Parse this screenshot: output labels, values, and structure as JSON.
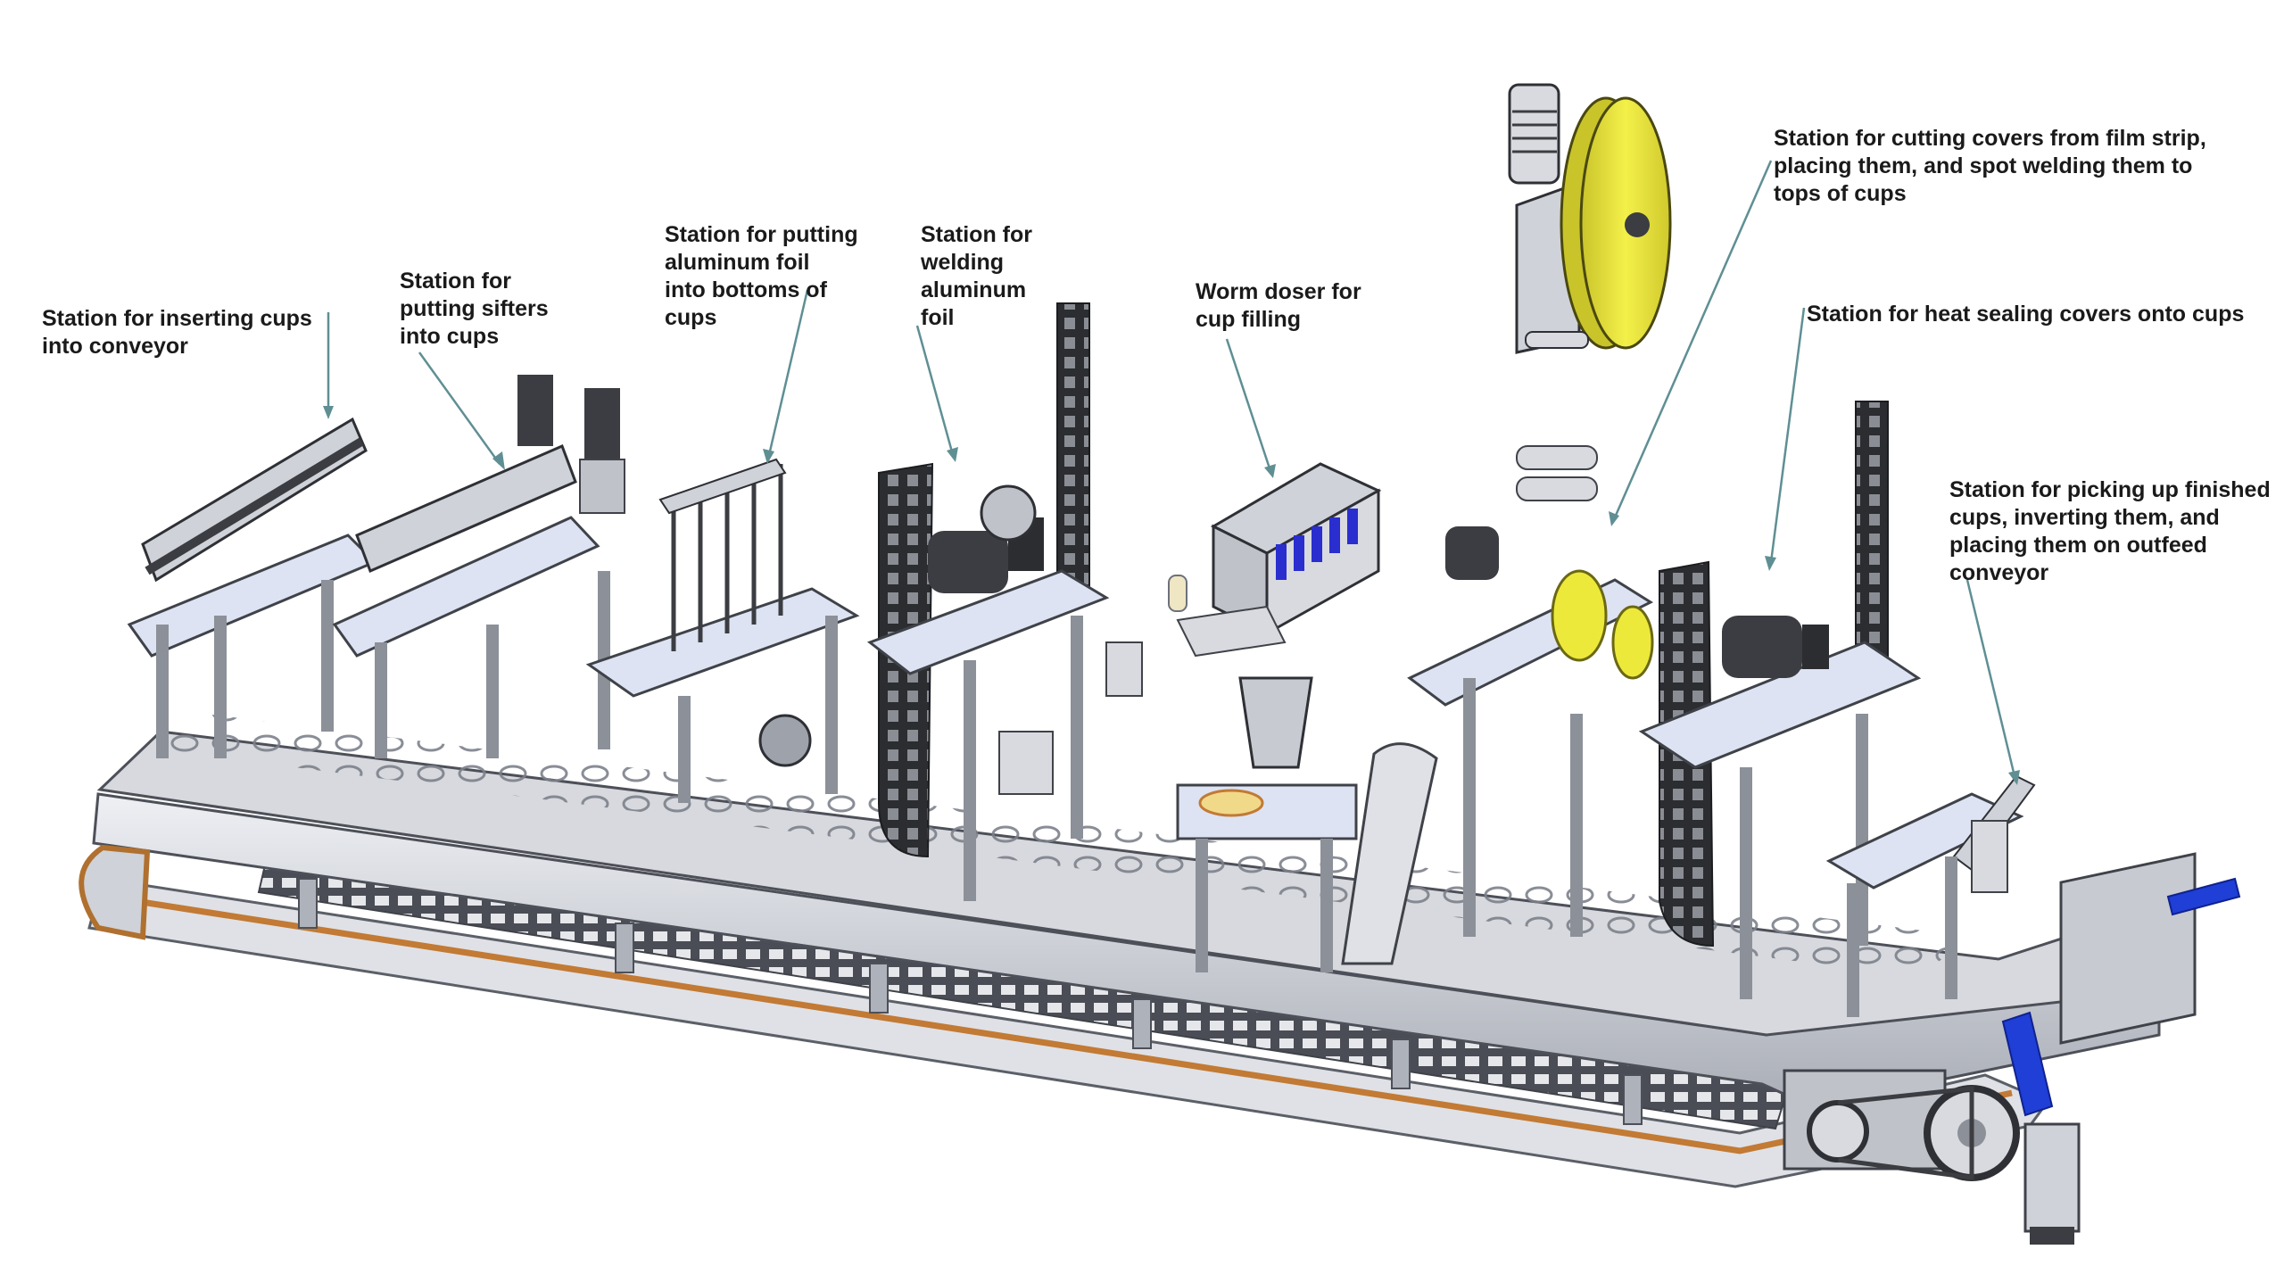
{
  "callouts": [
    {
      "id": "insert-cups",
      "text": "Station for inserting cups\ninto conveyor"
    },
    {
      "id": "sifters",
      "text": "Station for\nputting sifters\ninto cups"
    },
    {
      "id": "foil-bottoms",
      "text": "Station for putting\naluminum foil\ninto bottoms of\ncups"
    },
    {
      "id": "welding-foil",
      "text": "Station for\nwelding\naluminum\nfoil"
    },
    {
      "id": "worm-doser",
      "text": "Worm doser for\ncup filling"
    },
    {
      "id": "cutting-covers",
      "text": "Station for cutting covers from film strip,\nplacing them, and spot welding them to\ntops of cups"
    },
    {
      "id": "heat-sealing",
      "text": "Station for heat sealing covers onto cups"
    },
    {
      "id": "picking-up",
      "text": "Station for picking up finished\ncups, inverting them, and\nplacing them on outfeed\nconveyor"
    }
  ],
  "colors": {
    "label_text": "#1a1a1a",
    "leader_line": "#5f8f93",
    "frame_metal": "#c9ccd3",
    "frame_dark": "#6d717a",
    "plate_blue": "#dde3f2",
    "belt_orange": "#c27a34",
    "film_reel_yellow": "#ede93a",
    "outfeed_blue": "#1f3fd6",
    "motor_dark": "#3b3d42"
  }
}
